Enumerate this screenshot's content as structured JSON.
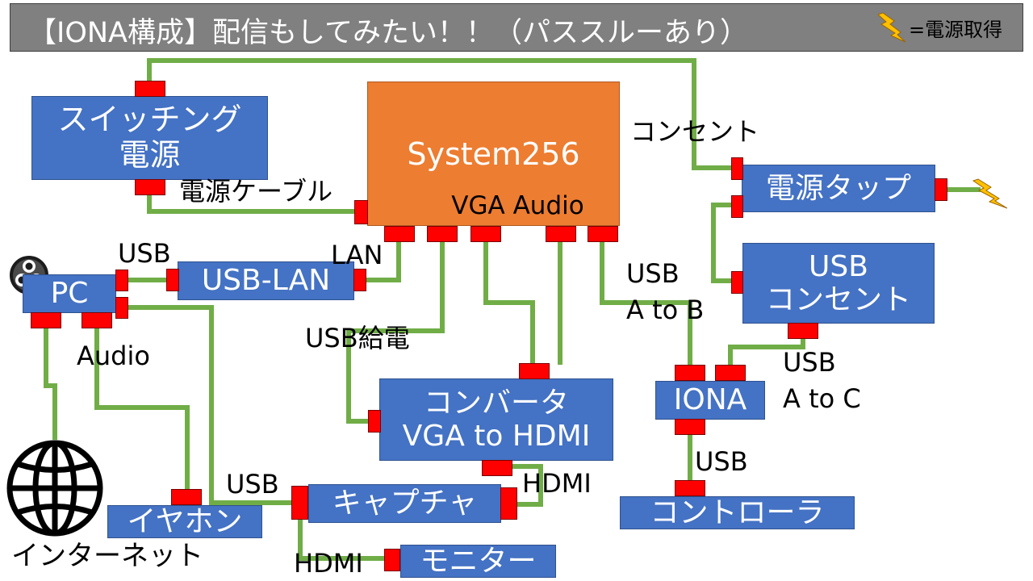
{
  "title": "【IONA構成】配信もしてみたい！！（パススルーあり）",
  "legend": {
    "icon": "lightning-icon",
    "text": "=電源取得"
  },
  "colors": {
    "box": "#4472c4",
    "system_box": "#ed7d31",
    "port": "#ff0000",
    "wire": "#70ad47",
    "title_bg": "#808080",
    "lightning": "#ffc000"
  },
  "nodes": {
    "switching_psu": [
      "スイッチング",
      "電源"
    ],
    "system256": {
      "name": "System256",
      "ports": "VGA Audio"
    },
    "power_strip": "電源タップ",
    "usb_outlet": [
      "USB",
      "コンセント"
    ],
    "pc": "PC",
    "usb_lan": "USB-LAN",
    "converter": [
      "コンバータ",
      "VGA to HDMI"
    ],
    "iona": "IONA",
    "controller": "コントローラ",
    "capture": "キャプチャ",
    "earphone": "イヤホン",
    "monitor": "モニター",
    "internet": "インターネット"
  },
  "labels": {
    "power_cable": "電源ケーブル",
    "outlet": "コンセント",
    "usb_pc": "USB",
    "lan": "LAN",
    "usb_a_to_b": [
      "USB",
      "A to B"
    ],
    "usb_power": "USB給電",
    "audio": "Audio",
    "usb_a_to_c": [
      "USB",
      "A to C"
    ],
    "usb_iona": "USB",
    "hdmi_converter": "HDMI",
    "usb_capture": "USB",
    "hdmi_monitor": "HDMI"
  },
  "icons": {
    "obs": "obs-logo-icon",
    "globe": "globe-icon"
  }
}
